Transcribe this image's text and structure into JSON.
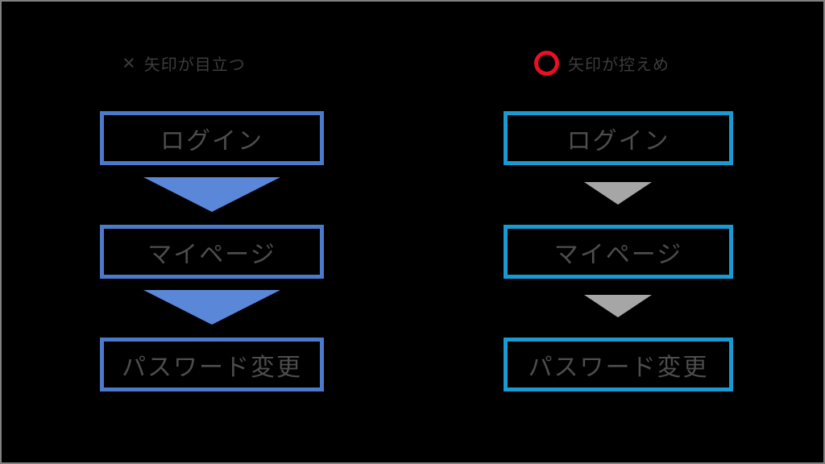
{
  "diagram": {
    "left_panel": {
      "marker": "×",
      "title": "矢印が目立つ",
      "steps": [
        "ログイン",
        "マイページ",
        "パスワード変更"
      ]
    },
    "right_panel": {
      "marker": "○",
      "title": "矢印が控えめ",
      "steps": [
        "ログイン",
        "マイページ",
        "パスワード変更"
      ]
    },
    "colors": {
      "background": "#000000",
      "frame": "#808080",
      "heading_text": "#3d3d3d",
      "box_text": "#4d4d4d",
      "cross_marker": "#3d3d3d",
      "circle_marker": "#e81123",
      "left_box_border": "#4a7ac9",
      "left_arrow": "#5b87d8",
      "right_box_border": "#189ad3",
      "right_arrow": "#a6a6a6"
    }
  }
}
